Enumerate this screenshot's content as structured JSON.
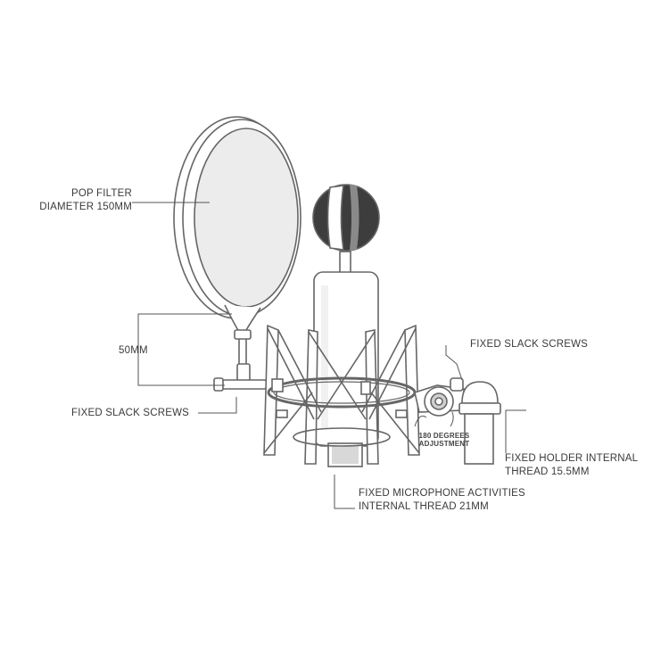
{
  "labels": {
    "pop_filter_line1": "POP FILTER",
    "pop_filter_line2": "DIAMETER 150MM",
    "gooseneck_length": "50MM",
    "left_screws": "FIXED SLACK SCREWS",
    "right_screws": "FIXED SLACK SCREWS",
    "adjust_line1": "180 DEGREES",
    "adjust_line2": "ADJUSTMENT",
    "holder_line1": "FIXED HOLDER INTERNAL",
    "holder_line2": "THREAD 15.5MM",
    "mic_line1": "FIXED MICROPHONE ACTIVITIES",
    "mic_line2": "INTERNAL THREAD 21MM"
  },
  "colors": {
    "line": "#555555",
    "filter_mesh": "#ececec",
    "mic_head": "#3d3d3d",
    "outline": "#6a6a6a"
  }
}
